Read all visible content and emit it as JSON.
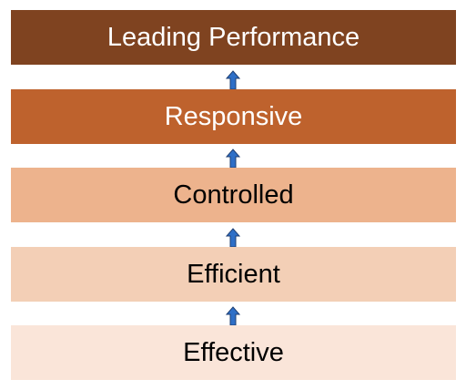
{
  "levels": [
    {
      "label": "Leading Performance",
      "fill": "#7F4320",
      "text_color": "#FFFFFF"
    },
    {
      "label": "Responsive",
      "fill": "#BE622D",
      "text_color": "#FFFFFF"
    },
    {
      "label": "Controlled",
      "fill": "#EDB38D",
      "text_color": "#000000"
    },
    {
      "label": "Efficient",
      "fill": "#F3CFB6",
      "text_color": "#000000"
    },
    {
      "label": "Effective",
      "fill": "#FAE5D9",
      "text_color": "#000000"
    }
  ],
  "arrow_color": "#2E6FC7",
  "arrow_outline": "#1F3F73"
}
